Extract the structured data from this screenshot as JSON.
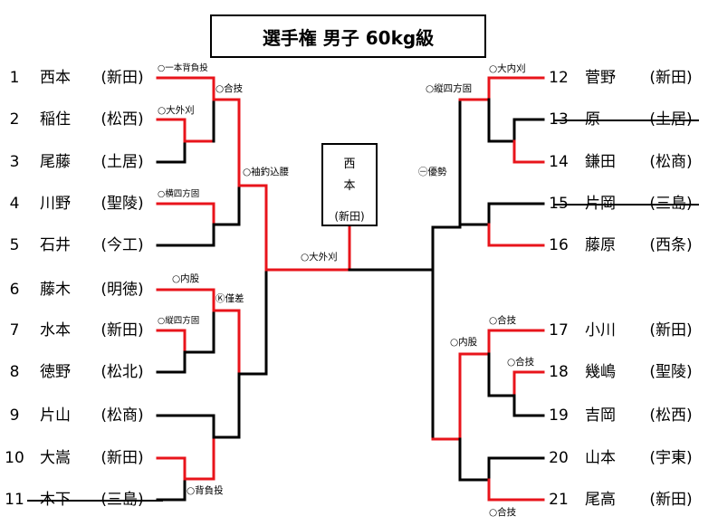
{
  "title": "選手権 男子 60kg級",
  "winner": {
    "name_1": "西",
    "name_2": "本",
    "team": "(新田)"
  },
  "players": [
    {
      "num": "1",
      "name": "西本",
      "team": "(新田)",
      "struck": false
    },
    {
      "num": "2",
      "name": "稲住",
      "team": "(松西)",
      "struck": false
    },
    {
      "num": "3",
      "name": "尾藤",
      "team": "(土居)",
      "struck": false
    },
    {
      "num": "4",
      "name": "川野",
      "team": "(聖陵)",
      "struck": false
    },
    {
      "num": "5",
      "name": "石井",
      "team": "(今工)",
      "struck": false
    },
    {
      "num": "6",
      "name": "藤木",
      "team": "(明徳)",
      "struck": false
    },
    {
      "num": "7",
      "name": "水本",
      "team": "(新田)",
      "struck": false
    },
    {
      "num": "8",
      "name": "徳野",
      "team": "(松北)",
      "struck": false
    },
    {
      "num": "9",
      "name": "片山",
      "team": "(松商)",
      "struck": false
    },
    {
      "num": "10",
      "name": "大嵩",
      "team": "(新田)",
      "struck": false
    },
    {
      "num": "11",
      "name": "木下",
      "team": "(三島)",
      "struck": true
    },
    {
      "num": "12",
      "name": "菅野",
      "team": "(新田)",
      "struck": false
    },
    {
      "num": "13",
      "name": "原",
      "team": "(土居)",
      "struck": true
    },
    {
      "num": "14",
      "name": "鎌田",
      "team": "(松商)",
      "struck": false
    },
    {
      "num": "15",
      "name": "片岡",
      "team": "(三島)",
      "struck": true
    },
    {
      "num": "16",
      "name": "藤原",
      "team": "(西条)",
      "struck": false
    },
    {
      "num": "17",
      "name": "小川",
      "team": "(新田)",
      "struck": false
    },
    {
      "num": "18",
      "name": "幾嶋",
      "team": "(聖陵)",
      "struck": false
    },
    {
      "num": "19",
      "name": "吉岡",
      "team": "(松西)",
      "struck": false
    },
    {
      "num": "20",
      "name": "山本",
      "team": "(宇東)",
      "struck": false
    },
    {
      "num": "21",
      "name": "尾高",
      "team": "(新田)",
      "struck": false
    }
  ],
  "notes": [
    "○一本背負投",
    "○合技",
    "○大外刈",
    "○袖釣込腰",
    "○横四方固",
    "○内股",
    "Ⓚ僅差",
    "○縦四方固",
    "○背負投",
    "○大外刈",
    "○大内刈",
    "○縦四方固",
    "㊀優勢",
    "○合技",
    "○内股",
    "○合技",
    "○合技"
  ],
  "colors": {
    "win": "#e8141b",
    "lose": "#000000"
  }
}
